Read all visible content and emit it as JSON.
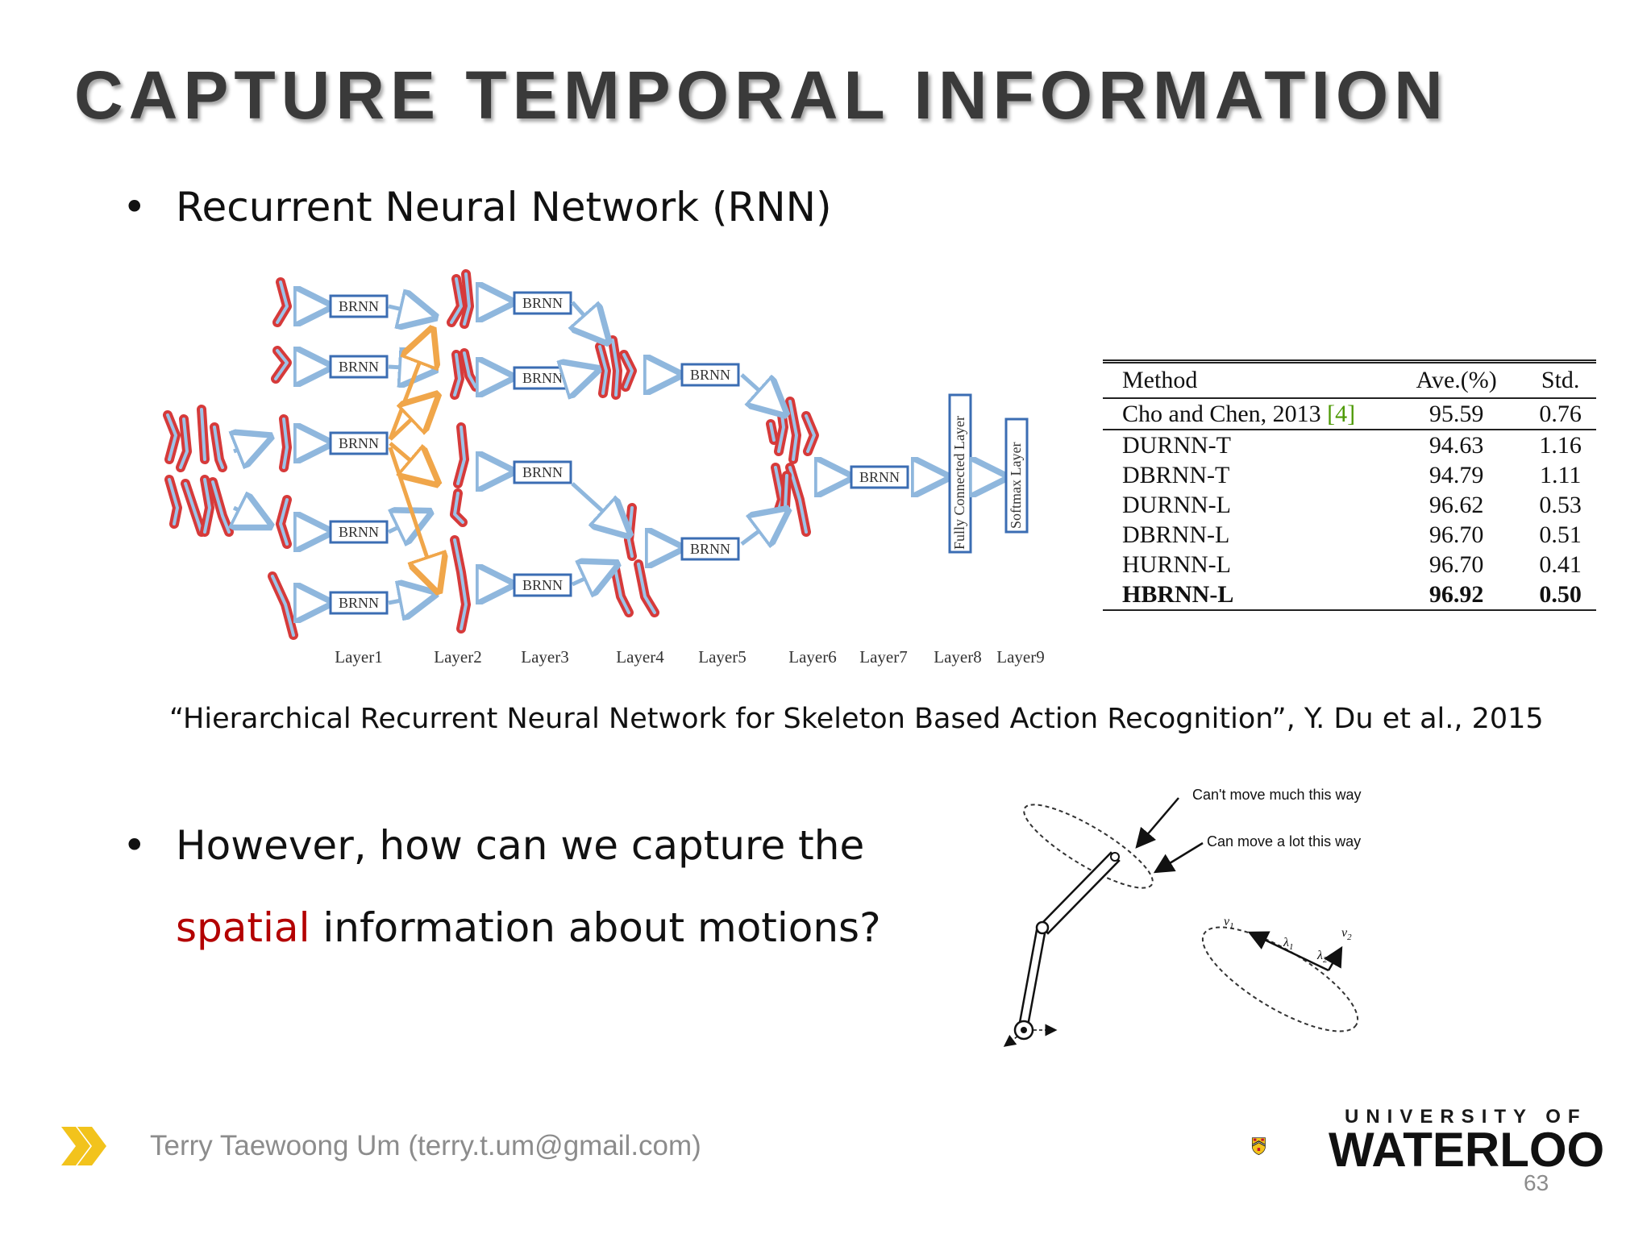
{
  "slide": {
    "title": "CAPTURE TEMPORAL INFORMATION",
    "page_number": "63"
  },
  "bullets": {
    "bullet_glyph": "•",
    "first": "Recurrent Neural Network (RNN)",
    "second_line1": "However, how can we capture the",
    "second_line2_highlight": "spatial",
    "second_line2_rest": " information about motions?"
  },
  "citation": "“Hierarchical Recurrent Neural Network for Skeleton Based Action Recognition”,  Y. Du et al., 2015",
  "diagram": {
    "node_label": "BRNN",
    "fc_label": "Fully Connected Layer",
    "softmax_label": "Softmax Layer",
    "layers": [
      "Layer1",
      "Layer2",
      "Layer3",
      "Layer4",
      "Layer5",
      "Layer6",
      "Layer7",
      "Layer8",
      "Layer9"
    ]
  },
  "results_table": {
    "headers": [
      "Method",
      "Ave.(%)",
      "Std."
    ],
    "first_row": {
      "method": "Cho and Chen, 2013 ",
      "cite": "[4]",
      "ave": "95.59",
      "std": "0.76"
    },
    "rows": [
      {
        "method": "DURNN-T",
        "ave": "94.63",
        "std": "1.16"
      },
      {
        "method": "DBRNN-T",
        "ave": "94.79",
        "std": "1.11"
      },
      {
        "method": "DURNN-L",
        "ave": "96.62",
        "std": "0.53"
      },
      {
        "method": "DBRNN-L",
        "ave": "96.70",
        "std": "0.51"
      },
      {
        "method": "HURNN-L",
        "ave": "96.70",
        "std": "0.41"
      }
    ],
    "last_row": {
      "method": "HBRNN-L",
      "ave": "96.92",
      "std": "0.50"
    }
  },
  "arm_diagram": {
    "annotation_1": "Can't move much this way",
    "annotation_2": "Can move a lot this way",
    "v1": "v",
    "v1_sub": "1",
    "v2": "v",
    "v2_sub": "2",
    "lambda1": "λ",
    "lambda1_sub": "1",
    "lambda2": "λ",
    "lambda2_sub": "2"
  },
  "footer": {
    "author": "Terry Taewoong Um (terry.t.um@gmail.com)",
    "university_top": "UNIVERSITY OF",
    "university_main": "WATERLOO"
  },
  "colors": {
    "title": "#3a3a3a",
    "highlight": "#b30000",
    "brnn_box": "#3b6db3",
    "arrow_blue": "#8fb7dd",
    "arrow_orange": "#f0a64a",
    "skeleton_red": "#d63a3a",
    "footer_gray": "#8c8c8c",
    "chevron_yellow": "#f2c31c"
  }
}
